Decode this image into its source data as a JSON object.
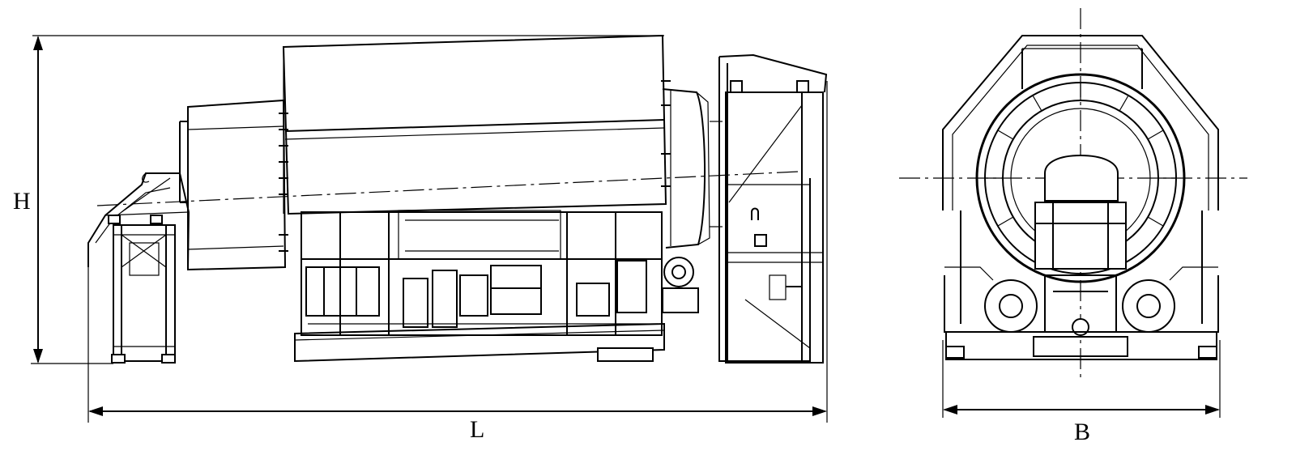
{
  "dimensions": {
    "height_label": "H",
    "length_label": "L",
    "width_label": "B"
  }
}
